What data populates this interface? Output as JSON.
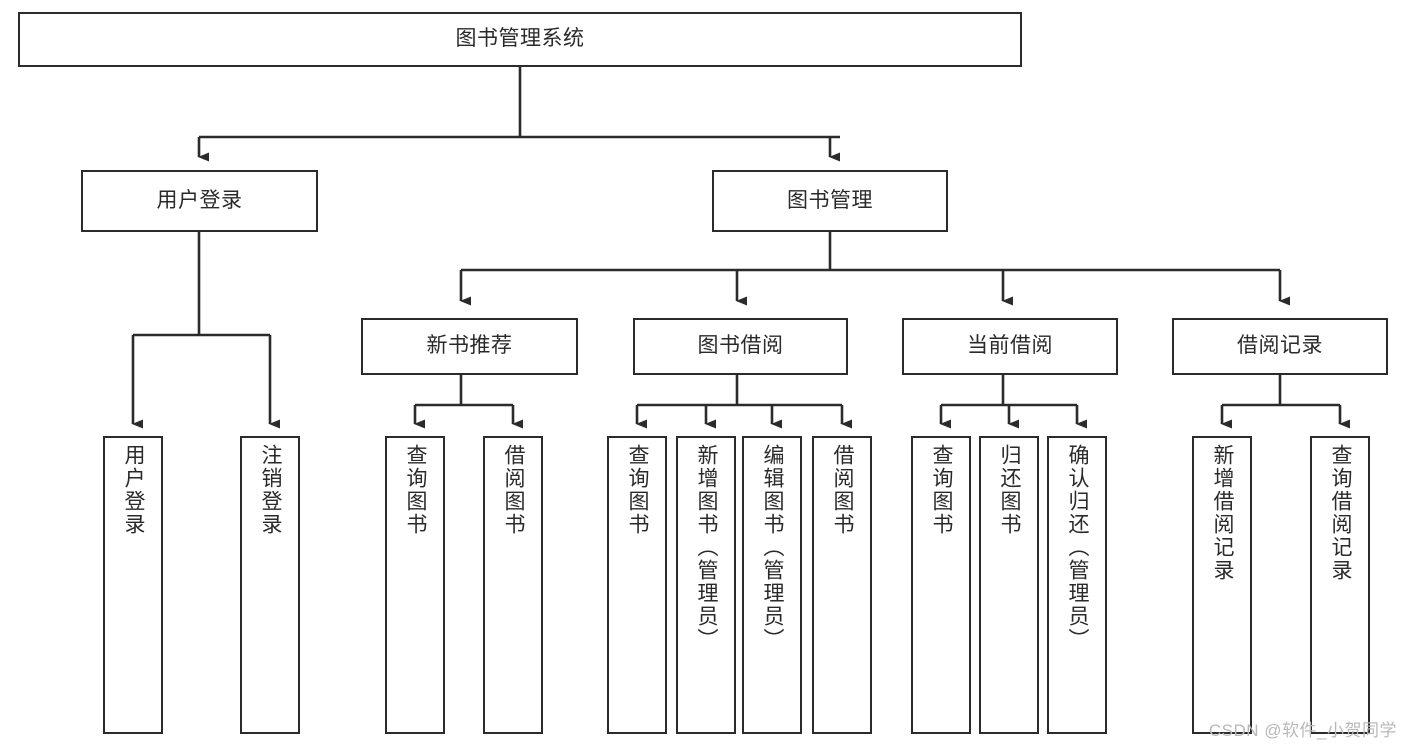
{
  "diagram": {
    "title": "图书管理系统",
    "type": "tree-hierarchy",
    "watermark": "CSDN @软件_小贺同学",
    "colors": {
      "box_border": "#2b2b2b",
      "box_fill": "#ffffff",
      "connector": "#2b2b2b",
      "text": "#2a2a2a",
      "watermark": "#b9b9b9"
    },
    "root": {
      "label": "图书管理系统"
    },
    "level2": [
      {
        "label": "用户登录"
      },
      {
        "label": "图书管理"
      }
    ],
    "level3": [
      {
        "label": "新书推荐"
      },
      {
        "label": "图书借阅"
      },
      {
        "label": "当前借阅"
      },
      {
        "label": "借阅记录"
      }
    ],
    "leaves": {
      "user_login": [
        {
          "label": "用户登录"
        },
        {
          "label": "注销登录"
        }
      ],
      "new_book_recommend": [
        {
          "label": "查询图书"
        },
        {
          "label": "借阅图书"
        }
      ],
      "book_borrow": [
        {
          "label": "查询图书"
        },
        {
          "label": "新增图书（管理员）"
        },
        {
          "label": "编辑图书（管理员）"
        },
        {
          "label": "借阅图书"
        }
      ],
      "current_borrow": [
        {
          "label": "查询图书"
        },
        {
          "label": "归还图书"
        },
        {
          "label": "确认归还（管理员）"
        }
      ],
      "borrow_record": [
        {
          "label": "新增借阅记录"
        },
        {
          "label": "查询借阅记录"
        }
      ]
    }
  }
}
